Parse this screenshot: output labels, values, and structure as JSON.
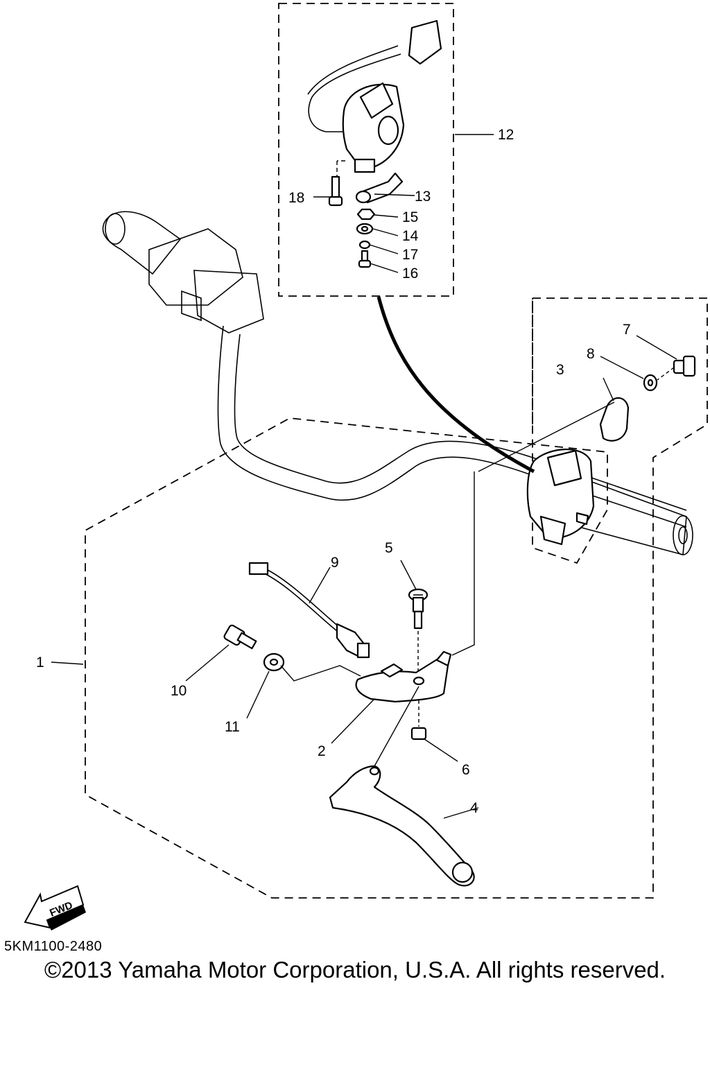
{
  "callouts": [
    "1",
    "2",
    "3",
    "4",
    "5",
    "6",
    "7",
    "8",
    "9",
    "10",
    "11",
    "12",
    "13",
    "14",
    "15",
    "16",
    "17",
    "18"
  ],
  "fwd_label": "FWD",
  "doc_code": "5KM1100-2480",
  "copyright": "©2013 Yamaha Motor Corporation, U.S.A. All rights reserved."
}
